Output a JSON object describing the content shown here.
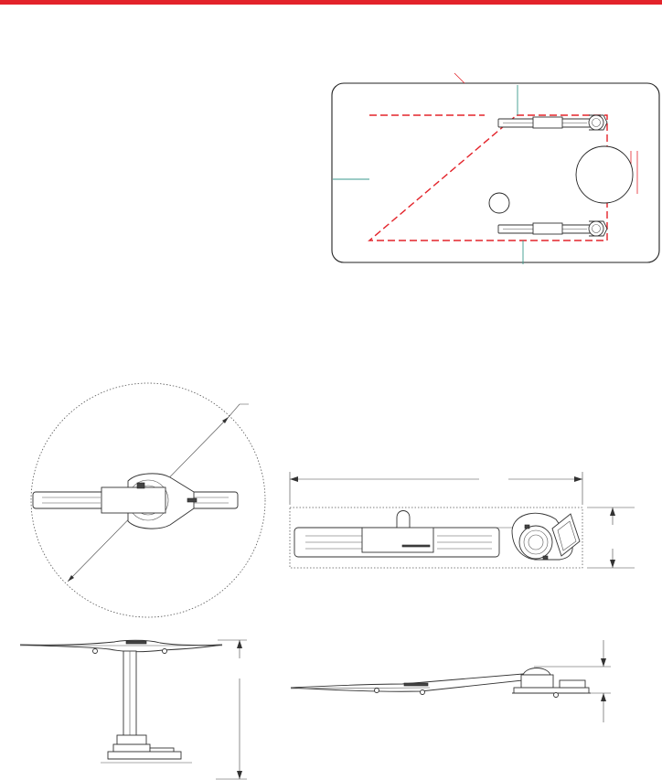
{
  "colors": {
    "accent_bar": "#e3232a",
    "boundary_dash": "#e3232a",
    "leader_teal": "#3a9a8c",
    "leader_red": "#e3232a",
    "line": "#333333"
  },
  "views": [
    "installation-plan-view",
    "sweep-circle-top-view",
    "footprint-top-view",
    "pedestal-side-view",
    "flat-mount-side-view"
  ]
}
